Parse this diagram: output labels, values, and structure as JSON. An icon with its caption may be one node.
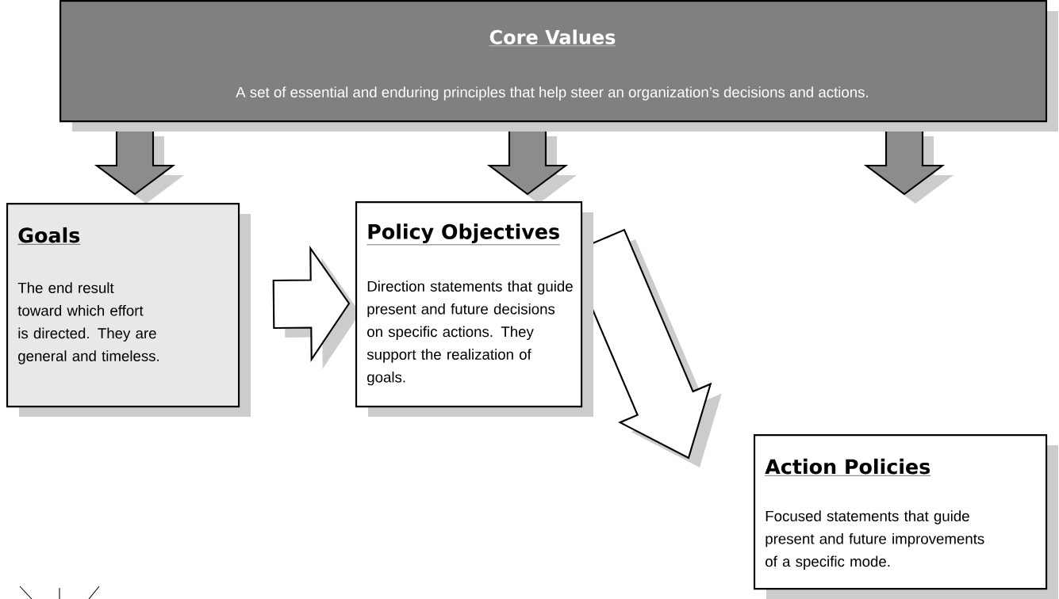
{
  "diagram": {
    "nodes": [
      {
        "text": [
          "Core Values",
          "A set of essential and enduring principles that help steer an organization’s decisions and actions."
        ]
      },
      {
        "text": [
          "Goals",
          "The end result toward which effort is directed.  They are general and timeless."
        ]
      },
      {
        "text": [
          "Policy Objectives",
          "Direction statements that guide present and future decisions on specific actions. They support the realization of goals."
        ]
      },
      {
        "text": [
          "Action Policies",
          "Focused statements that guide present and future improvements of a specific mode."
        ]
      }
    ],
    "edges": [
      {
        "from": 0,
        "to": 1,
        "arrow": "to"
      },
      {
        "from": 0,
        "to": 2,
        "arrow": "to"
      },
      {
        "from": 0,
        "to": null,
        "arrow": "to"
      },
      {
        "from": 1,
        "to": 2,
        "arrow": "to",
        "color": "#ffffff"
      },
      {
        "from": 2,
        "to": 3,
        "arrow": "to",
        "color": "#ffffff"
      }
    ]
  }
}
